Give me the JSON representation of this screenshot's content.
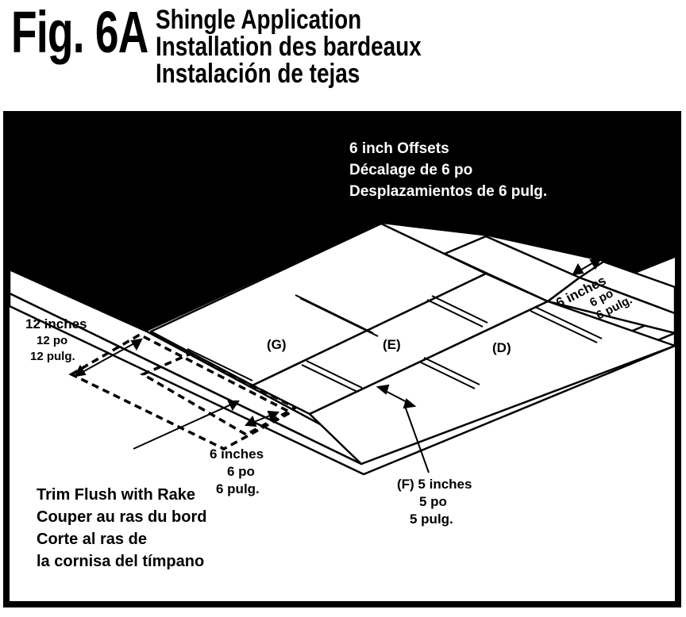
{
  "figure": {
    "number": "Fig. 6A",
    "titles": [
      "Shingle Application",
      "Installation des bardeaux",
      "Instalación de tejas"
    ]
  },
  "callouts": {
    "offsets": [
      "6 inch Offsets",
      "Décalage de 6  po",
      "Desplazamientos de 6 pulg."
    ],
    "side_right": [
      "6 inches",
      "6 po",
      "6 pulg."
    ],
    "left_12": [
      "12 inches",
      "12 po",
      "12 pulg."
    ],
    "bottom_6": [
      "6 inches",
      "6 po",
      "6 pulg."
    ],
    "f_5": [
      "(F) 5 inches",
      "5 po",
      "5 pulg."
    ],
    "trim": [
      "Trim Flush with Rake",
      "Couper au ras du bord",
      "Corte al ras de",
      "la cornisa del tímpano"
    ]
  },
  "shingle_labels": {
    "g": "(G)",
    "e": "(E)",
    "d": "(D)"
  },
  "colors": {
    "background": "#ffffff",
    "ink": "#000000"
  }
}
